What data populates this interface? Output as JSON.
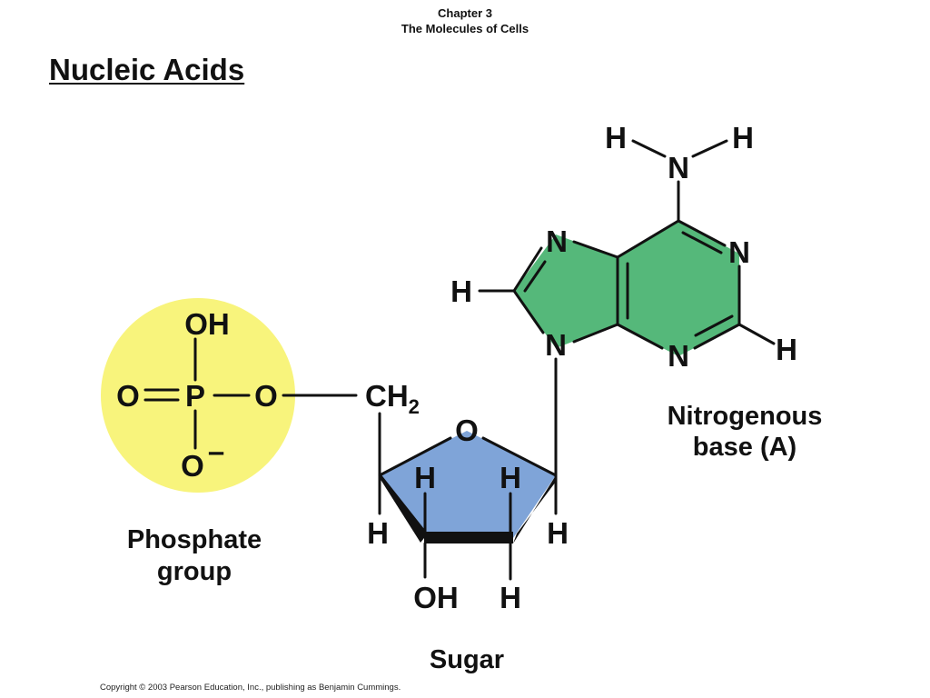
{
  "header": {
    "chapter": "Chapter 3",
    "subtitle": "The Molecules of Cells"
  },
  "title": "Nucleic Acids",
  "colors": {
    "phosphate_fill": "#f8f47c",
    "sugar_fill": "#7fa4d8",
    "base_fill": "#55b87a"
  },
  "phosphate": {
    "atoms": {
      "oh": "OH",
      "o_left": "O",
      "p": "P",
      "o_right": "O",
      "o_minus": "O",
      "minus": "–"
    },
    "label_line1": "Phosphate",
    "label_line2": "group"
  },
  "sugar": {
    "ch2": "CH",
    "ch2_sub": "2",
    "ring_o": "O",
    "h_inner_left": "H",
    "h_inner_right": "H",
    "h_outer_left": "H",
    "h_outer_right": "H",
    "oh_bottom": "OH",
    "h_bottom": "H",
    "label": "Sugar"
  },
  "base": {
    "amine_h_left": "H",
    "amine_h_right": "H",
    "amine_n": "N",
    "n7": "N",
    "n1": "N",
    "h8": "H",
    "n9": "N",
    "n3": "N",
    "h2": "H",
    "label_line1": "Nitrogenous",
    "label_line2": "base (A)"
  },
  "footer": "Copyright © 2003 Pearson Education, Inc., publishing as Benjamin Cummings."
}
